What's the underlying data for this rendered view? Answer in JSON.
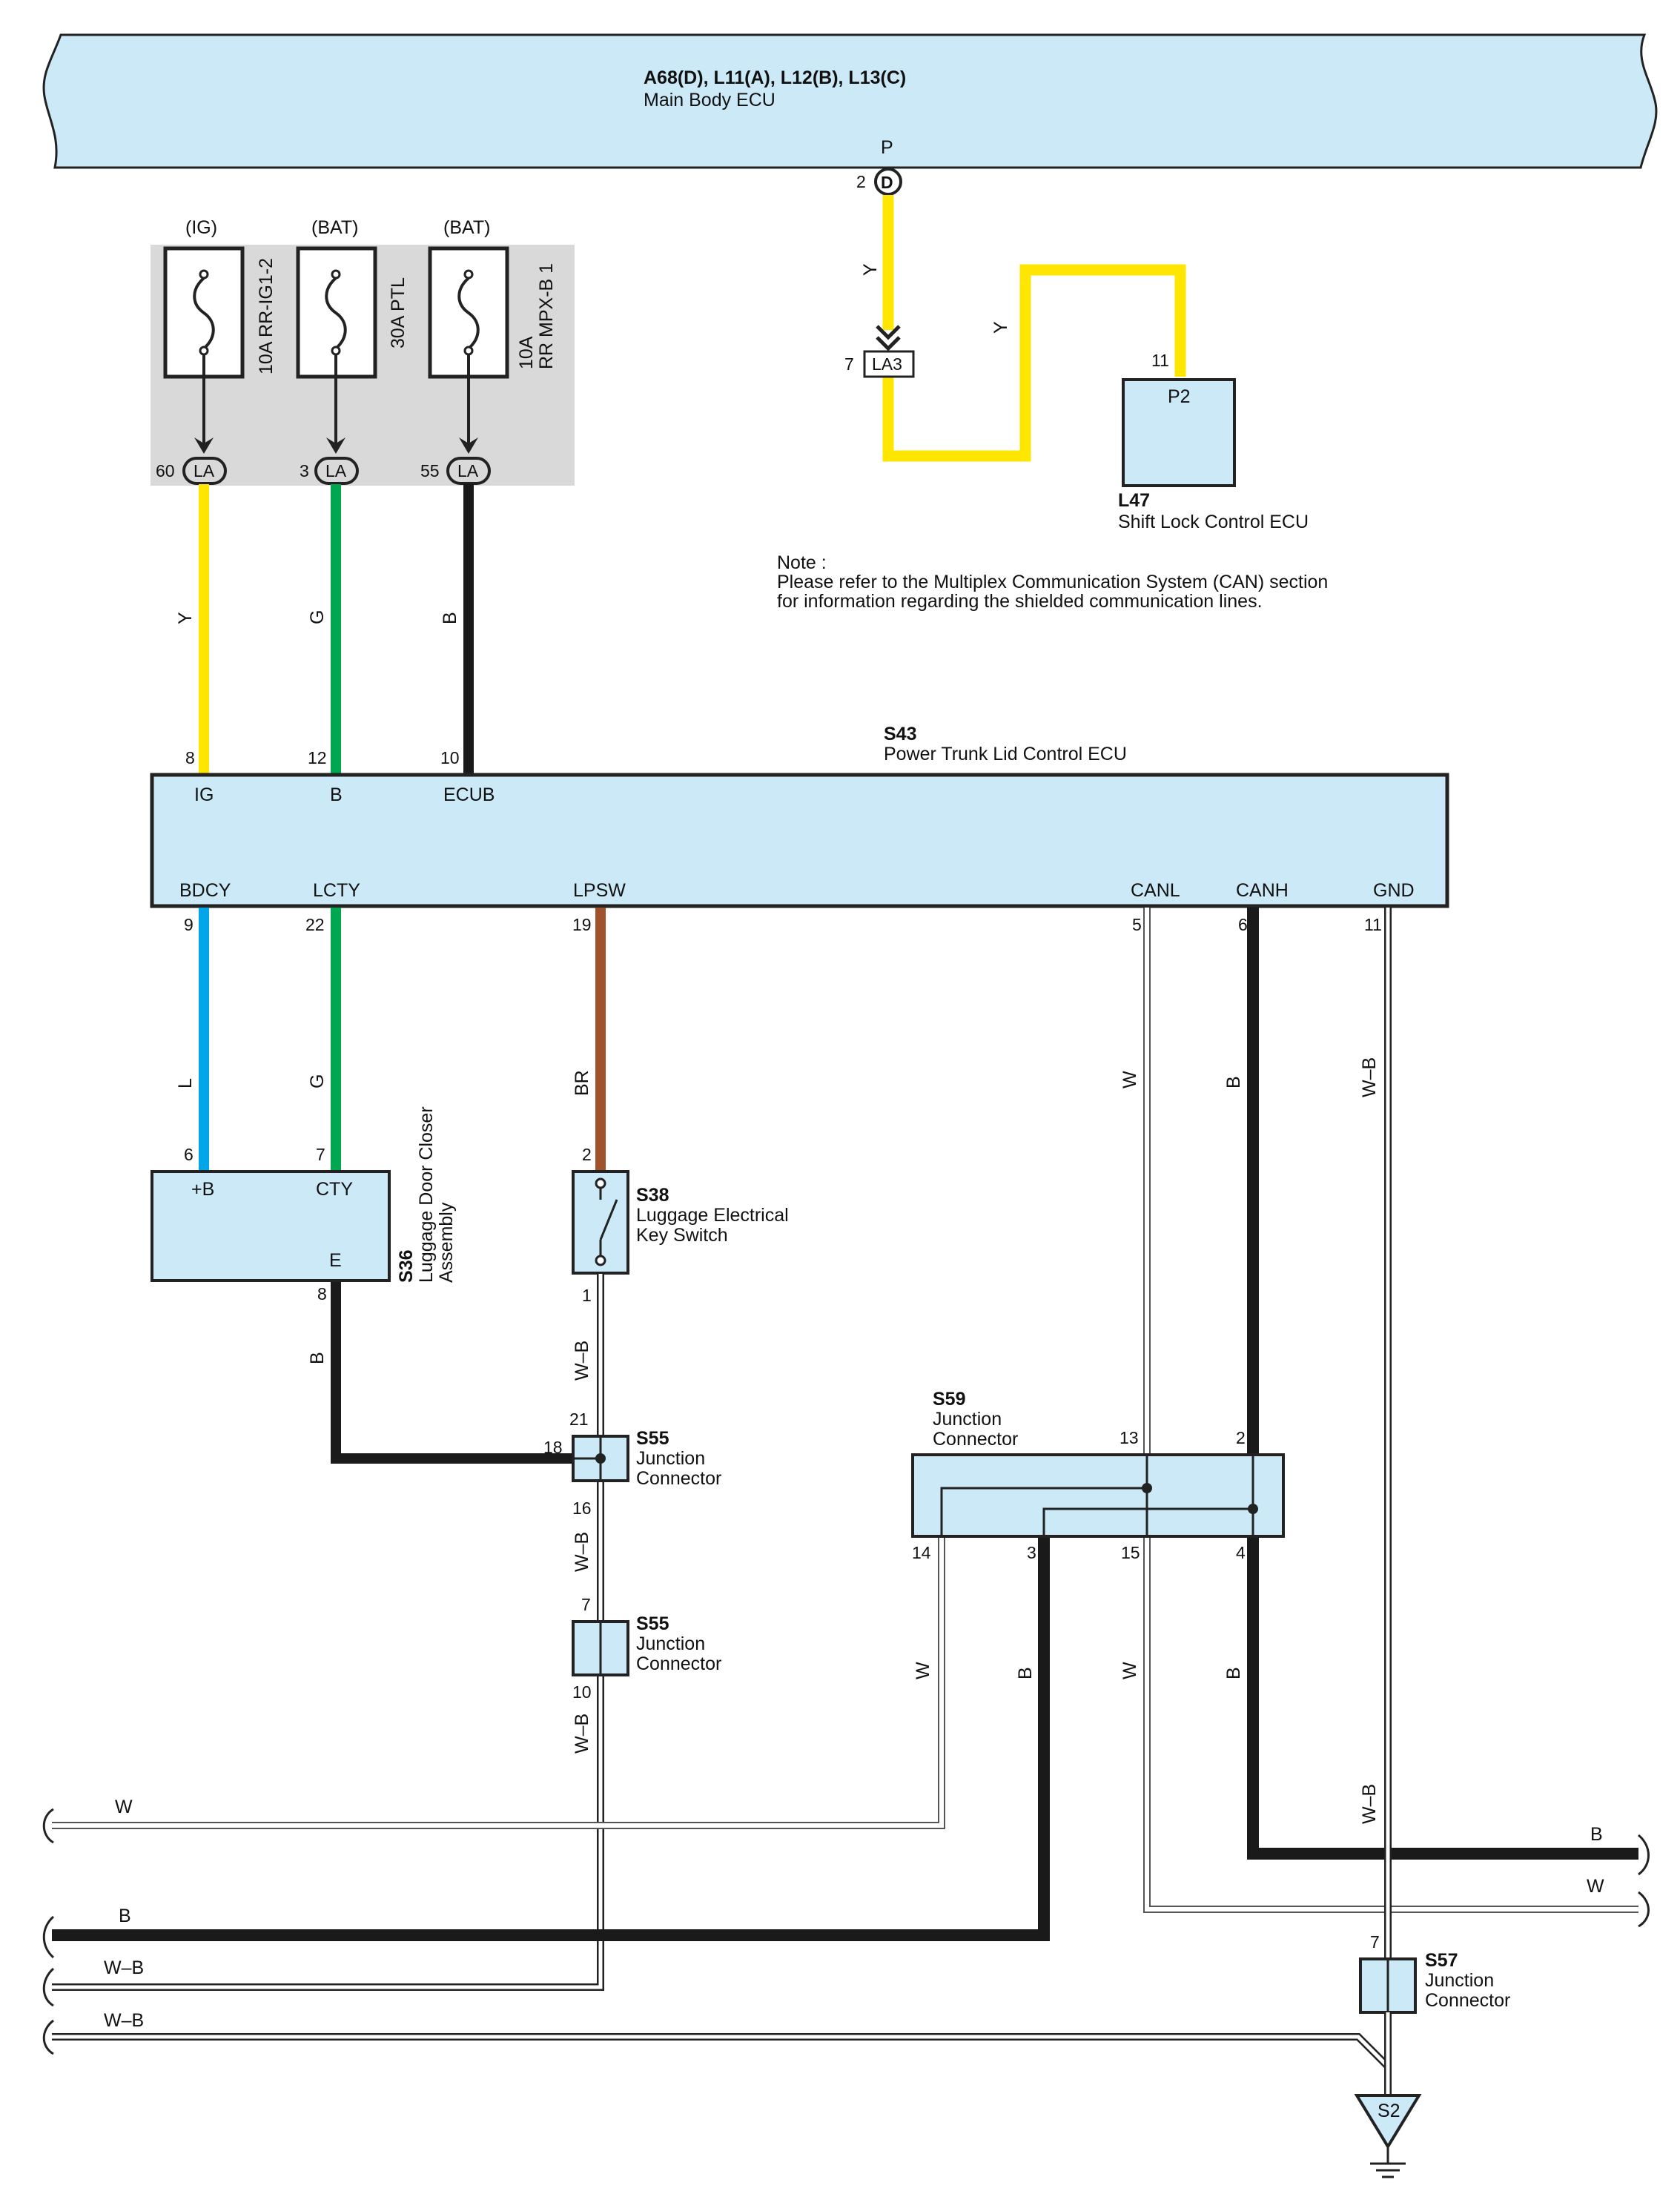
{
  "main_ecu": {
    "connectors": "A68(D), L11(A), L12(B), L13(C)",
    "name": "Main Body ECU",
    "terminal": "P",
    "pin": "2",
    "conn_letter": "D"
  },
  "fuses": [
    {
      "supply": "(IG)",
      "label": "10A RR-IG1-2",
      "pin": "60",
      "conn": "LA"
    },
    {
      "supply": "(BAT)",
      "label": "30A PTL",
      "pin": "3",
      "conn": "LA"
    },
    {
      "supply": "(BAT)",
      "label_line1": "10A",
      "label_line2": "RR MPX-B 1",
      "pin": "55",
      "conn": "LA"
    }
  ],
  "junction_la3": {
    "pin": "7",
    "label": "LA3"
  },
  "shift_lock": {
    "id": "L47",
    "name": "Shift Lock Control ECU",
    "terminal": "P2",
    "pin": "11"
  },
  "note": {
    "title": "Note :",
    "line1": "Please refer to the Multiplex Communication System (CAN) section",
    "line2": "for information regarding the shielded communication lines."
  },
  "trunk_ecu": {
    "id": "S43",
    "name": "Power Trunk Lid Control ECU",
    "top_terminals": [
      {
        "name": "IG",
        "pin": "8"
      },
      {
        "name": "B",
        "pin": "12"
      },
      {
        "name": "ECUB",
        "pin": "10"
      }
    ],
    "bottom_terminals": [
      {
        "name": "BDCY",
        "pin": "9"
      },
      {
        "name": "LCTY",
        "pin": "22"
      },
      {
        "name": "LPSW",
        "pin": "19"
      },
      {
        "name": "CANL",
        "pin": "5"
      },
      {
        "name": "CANH",
        "pin": "6"
      },
      {
        "name": "GND",
        "pin": "11"
      }
    ]
  },
  "door_closer": {
    "id": "S36",
    "line1": "Luggage Door Closer",
    "line2": "Assembly",
    "t1": "+B",
    "t2": "CTY",
    "t3": "E",
    "pin1": "6",
    "pin2": "7",
    "pin3": "8"
  },
  "key_switch": {
    "id": "S38",
    "line1": "Luggage Electrical",
    "line2": "Key Switch",
    "pin_top": "2",
    "pin_bottom": "1"
  },
  "s55_a": {
    "id": "S55",
    "line1": "Junction",
    "line2": "Connector",
    "pin_top": "21",
    "pin_left": "18",
    "pin_bottom": "16"
  },
  "s55_b": {
    "id": "S55",
    "line1": "Junction",
    "line2": "Connector",
    "pin_top": "7",
    "pin_bottom": "10"
  },
  "s59": {
    "id": "S59",
    "line1": "Junction",
    "line2": "Connector",
    "pin13": "13",
    "pin2": "2",
    "pin14": "14",
    "pin3": "3",
    "pin15": "15",
    "pin4": "4"
  },
  "s57": {
    "id": "S57",
    "line1": "Junction",
    "line2": "Connector",
    "pin": "7"
  },
  "ground": {
    "label": "S2"
  },
  "wire_labels": {
    "y1": "Y",
    "y2": "Y",
    "y3": "Y",
    "g1": "G",
    "b1": "B",
    "l": "L",
    "g2": "G",
    "br": "BR",
    "can_w1": "W",
    "can_b1": "B",
    "gnd_wb1": "W–B",
    "b_closer": "B",
    "wb_sw": "W–B",
    "wb_mid": "W–B",
    "wb_low": "W–B",
    "w_s59": "W",
    "b_s59": "B",
    "w_s59b": "W",
    "b_s59b": "B",
    "wb_s57": "W–B",
    "left_w": "W",
    "left_b": "B",
    "left_wb1": "W–B",
    "left_wb2": "W–B",
    "right_b": "B",
    "right_w": "W"
  },
  "colors": {
    "ecu_fill": "#cce9f7",
    "fuse_bg": "#d9d9d9",
    "yellow": "#ffe600",
    "green": "#00a650",
    "blue": "#00a6e8",
    "brown": "#a0522d",
    "black": "#1a1a1a"
  }
}
